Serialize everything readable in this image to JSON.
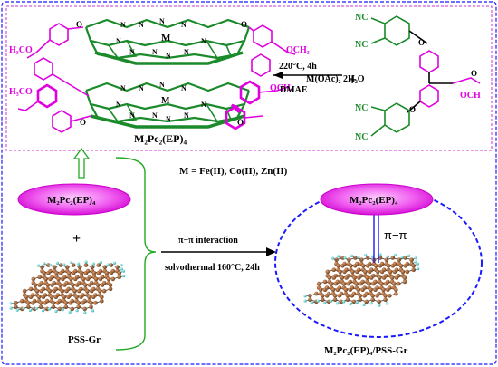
{
  "reaction": {
    "temperature_time": "220°C, 4h",
    "reagent": "M(OAc)₂ 2H₂O",
    "solvent": "DMAE"
  },
  "complex": {
    "label": "M₂Pc₂(EP)₄",
    "metal_label": "M",
    "ester_left_top": "H₃CO",
    "ester_left_bottom": "H₃CO",
    "ester_right_top": "OCH₃",
    "ester_right_bottom": "OCH₃"
  },
  "ligand": {
    "cn_label": "NC",
    "cn_label2": "NC",
    "cn_label3": "NC",
    "cn_label4": "NC",
    "och_label": "OCH",
    "plus": "+"
  },
  "composite": {
    "metal_note": "M = Fe(II), Co(II), Zn(II)",
    "ellipse_label_left": "M₂Pc₂(EP)₄",
    "ellipse_label_right": "M₂Pc₂(EP)₄",
    "plus": "+",
    "graphene_label": "PSS-Gr",
    "interaction_label": "π−π interaction",
    "conditions": "solvothermal 160°C, 24h",
    "pi_pi": "π−π",
    "product_label": "M₂Pc₂(EP)₄/PSS-Gr"
  },
  "colors": {
    "pc_green": "#1a8a2a",
    "ester_magenta": "#e000e0",
    "ellipse_magenta": "#ee00ee",
    "bracket_green": "#22aa22",
    "frame_blue": "#1a1aff",
    "frame_magenta": "#cc33cc"
  }
}
